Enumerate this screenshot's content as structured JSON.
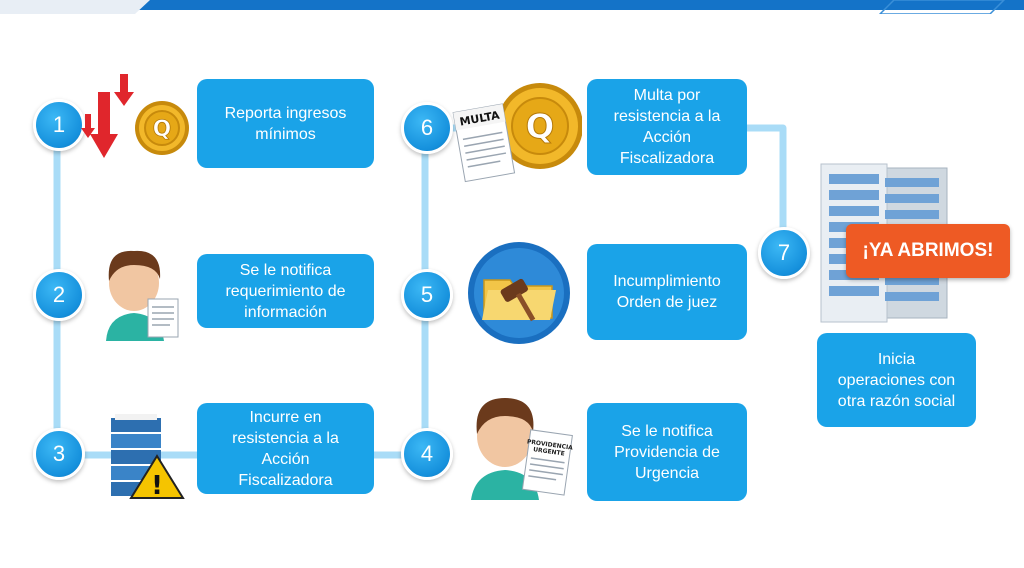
{
  "steps": [
    {
      "number": "1",
      "label": "Reporta ingresos\nmínimos"
    },
    {
      "number": "2",
      "label": "Se le notifica\nrequerimiento de\ninformación"
    },
    {
      "number": "3",
      "label": "Incurre en\nresistencia a la\nAcción\nFiscalizadora"
    },
    {
      "number": "4",
      "label": "Se le notifica\nProvidencia de\nUrgencia"
    },
    {
      "number": "5",
      "label": "Incumplimiento\nOrden de juez"
    },
    {
      "number": "6",
      "label": "Multa por\nresistencia a la\nAcción\nFiscalizadora"
    },
    {
      "number": "7",
      "label": "Inicia\noperaciones con\notra razón social"
    }
  ],
  "icons": {
    "coin_letter": "Q",
    "multa_doc": "MULTA",
    "providencia_doc": "PROVIDENCIA\nURGENTE",
    "warning_mark": "!"
  },
  "banner": {
    "text": "¡YA ABRIMOS!"
  },
  "colors": {
    "accent": "#1aa3e8",
    "connector": "#a9dcf7",
    "banner": "#ee5a24",
    "coin": "#e6a817",
    "arrow": "#e0262c"
  }
}
